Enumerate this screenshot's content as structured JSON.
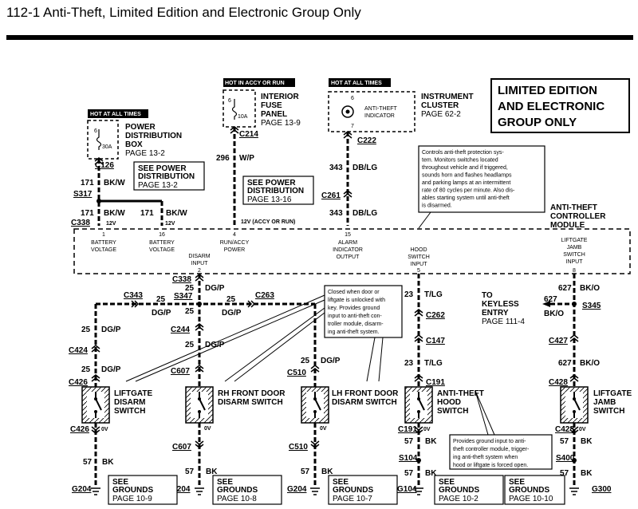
{
  "title": "112-1 Anti-Theft, Limited Edition and Electronic Group Only",
  "edition_box": [
    "LIMITED EDITION",
    "AND ELECTRONIC",
    "GROUP ONLY"
  ],
  "hot_labels": {
    "all_times": "HOT AT ALL TIMES",
    "accy_run": "HOT IN ACCY OR RUN"
  },
  "pdb": {
    "title": [
      "POWER",
      "DISTRIBUTION",
      "BOX"
    ],
    "page": "PAGE 13-2",
    "fuse_no": "6",
    "fuse_amp": "30A"
  },
  "ifp": {
    "title": [
      "INTERIOR",
      "FUSE",
      "PANEL"
    ],
    "page": "PAGE 13-9",
    "fuse_no": "6",
    "fuse_amp": "10A"
  },
  "cluster": {
    "title": [
      "INSTRUMENT",
      "CLUSTER"
    ],
    "page": "PAGE 62-2",
    "indicator": [
      "ANTI-THEFT",
      "INDICATOR"
    ],
    "pin_top": "6",
    "pin_bottom": "7"
  },
  "connectors": {
    "c126": "C126",
    "s317": "S317",
    "c338a": "C338",
    "c214": "C214",
    "c222": "C222",
    "c261": "C261",
    "c338b": "C338",
    "c343": "C343",
    "s347": "S347",
    "c263": "C263",
    "c244": "C244",
    "c424": "C424",
    "c426a": "C426",
    "c607a": "C607",
    "c510a": "C510",
    "c262": "C262",
    "c147": "C147",
    "c191a": "C191",
    "s345": "S345",
    "c427": "C427",
    "c428a": "C428",
    "c426b": "C426",
    "c607b": "C607",
    "c510b": "C510",
    "c191b": "C191",
    "c428b": "C428",
    "s104": "S104",
    "s400": "S400",
    "g204a": "G204",
    "g204b": "G204",
    "g204c": "G204",
    "g104": "G104",
    "g300": "G300"
  },
  "wires": {
    "w171a": {
      "num": "171",
      "color": "BK/W"
    },
    "w171b": {
      "num": "171",
      "color": "BK/W"
    },
    "w171c": {
      "num": "171",
      "color": "BK/W"
    },
    "w296": {
      "num": "296",
      "color": "W/P"
    },
    "w343a": {
      "num": "343",
      "color": "DB/LG"
    },
    "w343b": {
      "num": "343",
      "color": "DB/LG"
    },
    "w25main": {
      "num": "25",
      "color": "DG/P"
    },
    "w25l": {
      "num": "25",
      "color": "DG/P"
    },
    "w25r": {
      "num": "25",
      "color": "DG/P"
    },
    "w25s347": {
      "num": "25"
    },
    "w25a": {
      "num": "25",
      "color": "DG/P"
    },
    "w25b": {
      "num": "25",
      "color": "DG/P"
    },
    "w25c": {
      "num": "25",
      "color": "DG/P"
    },
    "w25d": {
      "num": "25",
      "color": "DG/P"
    },
    "w23a": {
      "num": "23",
      "color": "T/LG"
    },
    "w23b": {
      "num": "23",
      "color": "T/LG"
    },
    "w627a": {
      "num": "627",
      "color": "BK/O"
    },
    "w627b": {
      "num": "627",
      "color": "BK/O"
    },
    "w627c": {
      "num": "627",
      "color": "BK/O"
    },
    "w57a": {
      "num": "57",
      "color": "BK"
    },
    "w57b": {
      "num": "57",
      "color": "BK"
    },
    "w57c": {
      "num": "57",
      "color": "BK"
    },
    "w57d": {
      "num": "57",
      "color": "BK"
    },
    "w57e": {
      "num": "57",
      "color": "BK"
    },
    "w57f": {
      "num": "57",
      "color": "BK"
    },
    "w57g": {
      "num": "57",
      "color": "BK"
    }
  },
  "module": {
    "title": [
      "ANTI-THEFT",
      "CONTROLLER",
      "MODULE"
    ],
    "pins": [
      {
        "num": "1",
        "label": [
          "BATTERY",
          "VOLTAGE"
        ]
      },
      {
        "num": "16",
        "label": [
          "BATTERY",
          "VOLTAGE"
        ]
      },
      {
        "num": "4",
        "label": [
          "RUN/ACCY",
          "POWER"
        ]
      },
      {
        "num": "15",
        "label": [
          "ALARM",
          "INDICATOR",
          "OUTPUT"
        ]
      },
      {
        "num": "5",
        "label": [
          "HOOD",
          "SWITCH",
          "INPUT"
        ]
      },
      {
        "num": "8",
        "label": [
          "LIFTGATE",
          "JAMB",
          "SWITCH",
          "INPUT"
        ]
      },
      {
        "num": "2",
        "label": [
          "DISARM",
          "INPUT"
        ]
      }
    ],
    "v12": "12V",
    "v12accy": "12V (ACCY OR RUN)"
  },
  "see_power_1": {
    "lines": [
      "SEE POWER",
      "DISTRIBUTION"
    ],
    "page": "PAGE 13-2"
  },
  "see_power_2": {
    "lines": [
      "SEE POWER",
      "DISTRIBUTION"
    ],
    "page": "PAGE 13-16"
  },
  "note_controls": [
    "Controls anti-theft protection sys-",
    "tem.  Monitors switches located",
    "throughout vehicle and if triggered,",
    "sounds horn and flashes headlamps",
    "and parking lamps at an intermittent",
    "rate of 80 cycles per minute. Also dis-",
    "ables starting system until anti-theft",
    "is disarmed."
  ],
  "note_closed": [
    "Closed when door or",
    "liftgate is unlocked with",
    "key.  Provides ground",
    "input to anti-theft con-",
    "troller module, disarm-",
    "ing anti-theft system."
  ],
  "note_provides": [
    "Provides ground input to anti-",
    "theft controller module, trigger-",
    "ing anti-theft system when",
    "hood or liftgate is forced open."
  ],
  "keyless": {
    "lines": [
      "TO",
      "KEYLESS",
      "ENTRY"
    ],
    "page": "PAGE 111-4"
  },
  "switches": [
    {
      "title": [
        "LIFTGATE",
        "DISARM",
        "SWITCH"
      ]
    },
    {
      "title": [
        "RH FRONT DOOR",
        "DISARM SWITCH"
      ]
    },
    {
      "title": [
        "LH FRONT DOOR",
        "DISARM SWITCH"
      ]
    },
    {
      "title": [
        "ANTI-THEFT",
        "HOOD",
        "SWITCH"
      ]
    },
    {
      "title": [
        "LIFTGATE",
        "JAMB",
        "SWITCH"
      ]
    }
  ],
  "ov": "0V",
  "grounds": [
    {
      "lines": [
        "SEE",
        "GROUNDS"
      ],
      "page": "PAGE 10-9"
    },
    {
      "lines": [
        "SEE",
        "GROUNDS"
      ],
      "page": "PAGE 10-8"
    },
    {
      "lines": [
        "SEE",
        "GROUNDS"
      ],
      "page": "PAGE 10-7"
    },
    {
      "lines": [
        "SEE",
        "GROUNDS"
      ],
      "page": "PAGE 10-2"
    },
    {
      "lines": [
        "SEE",
        "GROUNDS"
      ],
      "page": "PAGE 10-10"
    }
  ]
}
